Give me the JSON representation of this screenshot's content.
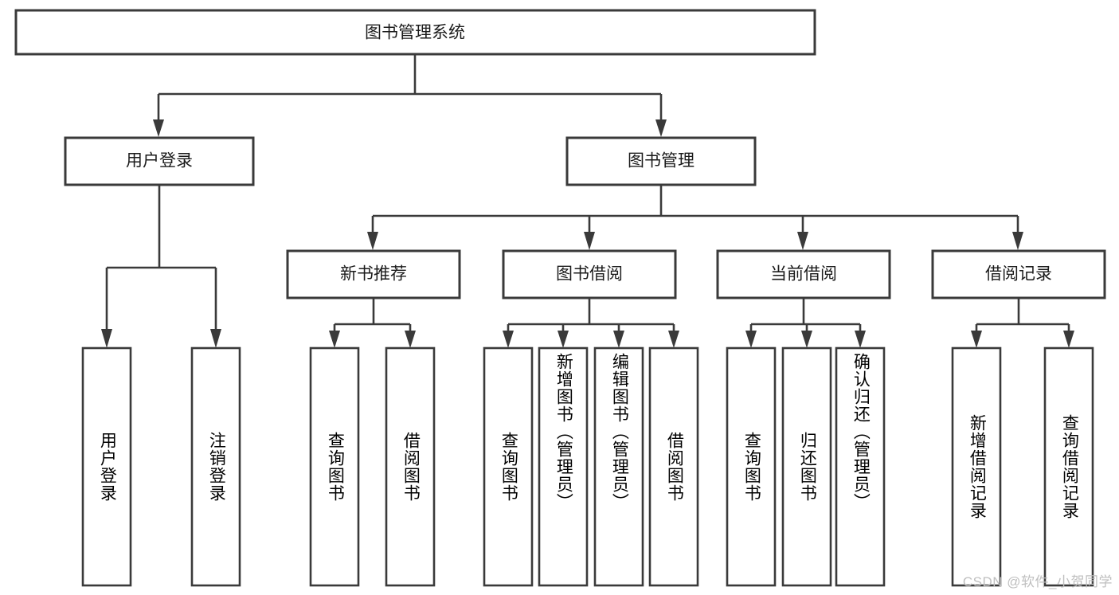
{
  "diagram": {
    "type": "hierarchy-tree",
    "title": "图书管理系统",
    "watermark": "CSDN @软件_小贺同学",
    "colors": {
      "stroke": "#3a3a3a",
      "fill": "#ffffff",
      "text": "#1b1b1b",
      "watermark": "#bfbfbf",
      "background": "#ffffff"
    },
    "root": {
      "label": "图书管理系统"
    },
    "level2": [
      {
        "label": "用户登录"
      },
      {
        "label": "图书管理"
      }
    ],
    "level3": [
      {
        "label": "新书推荐"
      },
      {
        "label": "图书借阅"
      },
      {
        "label": "当前借阅"
      },
      {
        "label": "借阅记录"
      }
    ],
    "leaves": {
      "user_login": [
        {
          "label": "用户登录"
        },
        {
          "label": "注销登录"
        }
      ],
      "new_book_recommend": [
        {
          "label": "查询图书"
        },
        {
          "label": "借阅图书"
        }
      ],
      "book_borrow": [
        {
          "label": "查询图书"
        },
        {
          "label": "新增图书（管理员）"
        },
        {
          "label": "编辑图书（管理员）"
        },
        {
          "label": "借阅图书"
        }
      ],
      "current_borrow": [
        {
          "label": "查询图书"
        },
        {
          "label": "归还图书"
        },
        {
          "label": "确认归还（管理员）"
        }
      ],
      "borrow_record": [
        {
          "label": "新增借阅记录"
        },
        {
          "label": "查询借阅记录"
        }
      ]
    }
  }
}
